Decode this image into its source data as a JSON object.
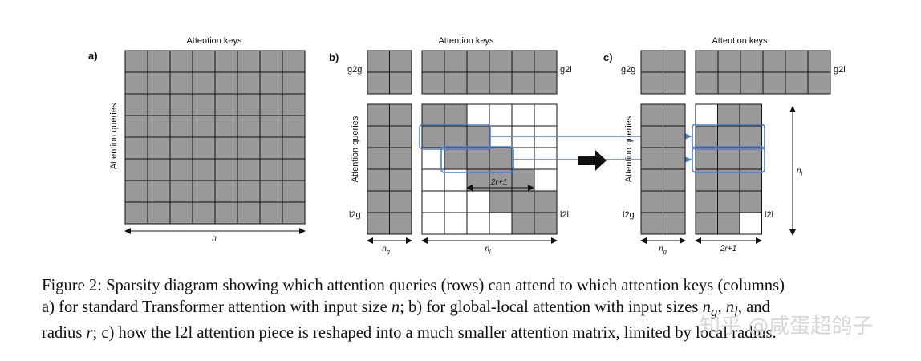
{
  "panels": {
    "a": {
      "tag": "a)",
      "header": "Attention keys",
      "ylabel": "Attention queries",
      "xlabel": "n"
    },
    "b": {
      "tag": "b)",
      "header": "Attention keys",
      "ylabel": "Attention queries",
      "g2g": "g2g",
      "g2l": "g2l",
      "l2g": "l2g",
      "l2l": "l2l",
      "ng": "n",
      "ng_sub": "g",
      "nl": "n",
      "nl_sub": "l",
      "band": "2r+1"
    },
    "c": {
      "tag": "c)",
      "header": "Attention keys",
      "ylabel": "Attention queries",
      "g2g": "g2g",
      "g2l": "g2l",
      "l2g": "l2g",
      "l2l": "l2l",
      "ng": "n",
      "ng_sub": "g",
      "width": "2r+1",
      "nl": "n",
      "nl_sub": "l"
    }
  },
  "colors": {
    "cell_filled": "#999999",
    "cell_empty": "#ffffff",
    "grid": "#111111",
    "highlight": "#4a7fd8"
  },
  "caption": {
    "line1": "Figure 2: Sparsity diagram showing which attention queries (rows) can attend to which attention keys (columns)",
    "line2_a": "a) for standard Transformer attention with input size ",
    "line2_n": "n",
    "line2_b": "; b) for global-local attention with input sizes ",
    "line2_ng": "n",
    "line2_ng_sub": "g",
    "line2_comma": ", ",
    "line2_nl": "n",
    "line2_nl_sub": "l",
    "line2_c": ", and",
    "line3_a": "radius ",
    "line3_r": "r",
    "line3_b": "; c) how the l2l attention piece is reshaped into a much smaller attention matrix, limited by local radius."
  },
  "watermark": "知乎 @咸蛋超鸽子"
}
